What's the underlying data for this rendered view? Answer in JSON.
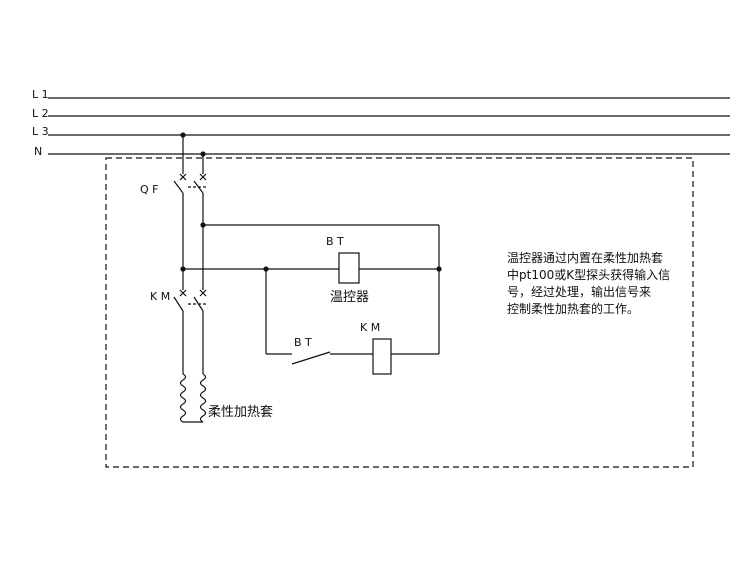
{
  "bus": {
    "l1": "L 1",
    "l2": "L 2",
    "l3": "L 3",
    "n": "N"
  },
  "labels": {
    "breaker": "Q F",
    "contactor_contacts": "K M",
    "controller_relay": "B T",
    "controller_name": "温控器",
    "controller_contact": "B T",
    "contactor_coil": "K M",
    "heater": "柔性加热套"
  },
  "description": {
    "lines": [
      "温控器通过内置在柔性加热套",
      "中pt100或K型探头获得输入信",
      "号，经过处理，输出信号来",
      "控制柔性加热套的工作。"
    ]
  },
  "colors": {
    "line": "#111111",
    "background": "#ffffff"
  }
}
